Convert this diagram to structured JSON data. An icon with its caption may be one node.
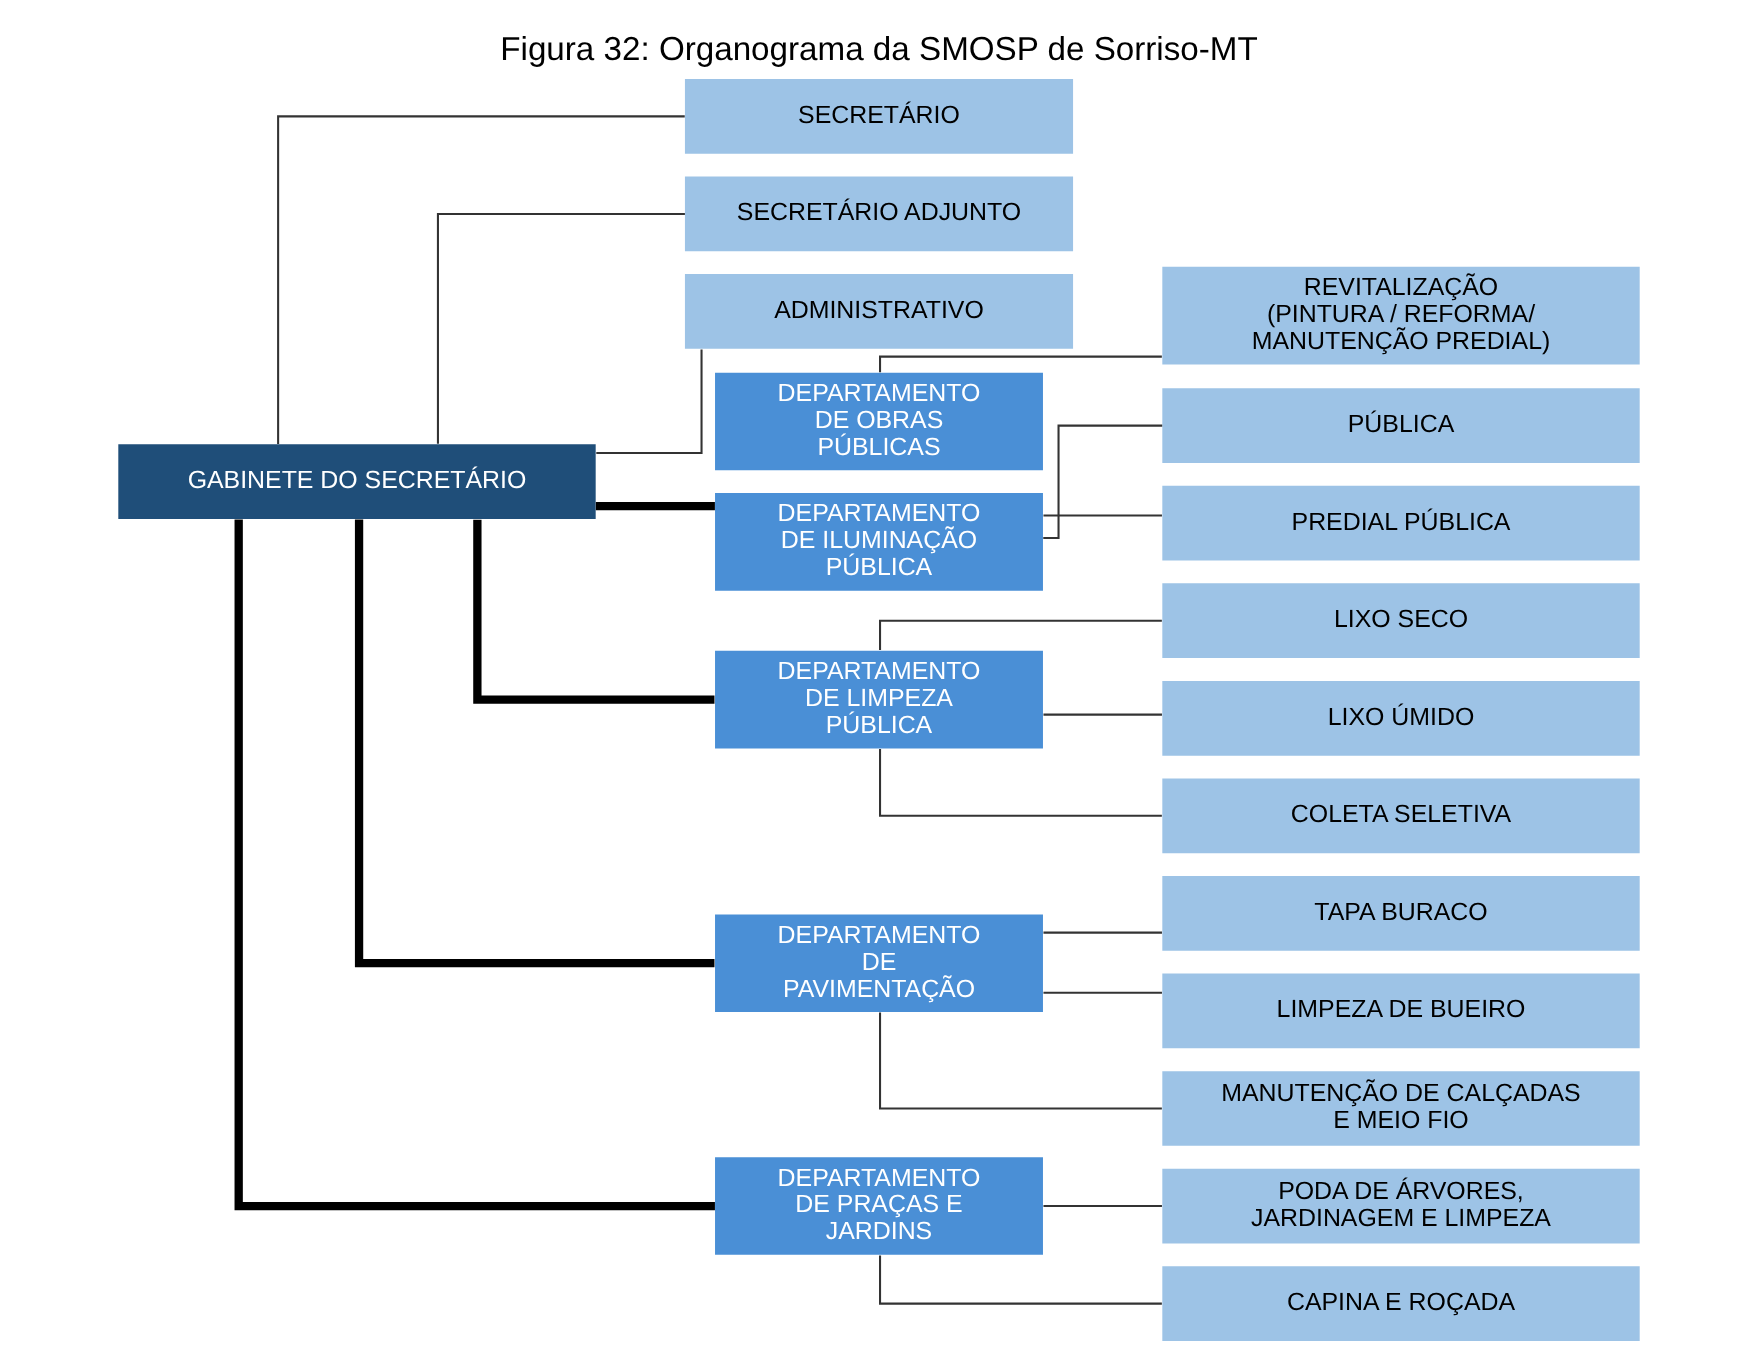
{
  "diagram": {
    "title": "Figura 32: Organograma da SMOSP de Sorriso-MT",
    "nodes": [
      {
        "text": [
          "GABINETE DO SECRETÁRIO"
        ]
      },
      {
        "text": [
          "SECRETÁRIO"
        ]
      },
      {
        "text": [
          "SECRETÁRIO ADJUNTO"
        ]
      },
      {
        "text": [
          "ADMINISTRATIVO"
        ]
      },
      {
        "text": [
          "DEPARTAMENTO DE OBRAS PÚBLICAS"
        ]
      },
      {
        "text": [
          "REVITALIZAÇÃO",
          "(PINTURA / REFORMA/ MANUTENÇÃO PREDIAL)"
        ]
      },
      {
        "text": [
          "DEPARTAMENTO DE ILUMINAÇÃO PÚBLICA"
        ]
      },
      {
        "text": [
          "PÚBLICA"
        ]
      },
      {
        "text": [
          "PREDIAL PÚBLICA"
        ]
      },
      {
        "text": [
          "DEPARTAMENTO DE LIMPEZA PÚBLICA"
        ]
      },
      {
        "text": [
          "LIXO SECO"
        ]
      },
      {
        "text": [
          "LIXO ÚMIDO"
        ]
      },
      {
        "text": [
          "COLETA SELETIVA"
        ]
      },
      {
        "text": [
          "DEPARTAMENTO DE PAVIMENTAÇÃO"
        ]
      },
      {
        "text": [
          "TAPA BURACO"
        ]
      },
      {
        "text": [
          "LIMPEZA DE BUEIRO"
        ]
      },
      {
        "text": [
          "MANUTENÇÃO DE CALÇADAS E MEIO FIO"
        ]
      },
      {
        "text": [
          "DEPARTAMENTO DE PRAÇAS E JARDINS"
        ]
      },
      {
        "text": [
          "PODA DE ÁRVORES, JARDINAGEM E LIMPEZA"
        ]
      },
      {
        "text": [
          "CAPINA E ROÇADA"
        ]
      }
    ],
    "edges": [
      {
        "from": 0,
        "to": 1,
        "arrow": "none"
      },
      {
        "from": 0,
        "to": 2,
        "arrow": "none"
      },
      {
        "from": 0,
        "to": 3,
        "arrow": "none"
      },
      {
        "from": 0,
        "to": 6,
        "arrow": "none",
        "style": "thick"
      },
      {
        "from": 0,
        "to": 9,
        "arrow": "none",
        "style": "thick"
      },
      {
        "from": 0,
        "to": 13,
        "arrow": "none",
        "style": "thick"
      },
      {
        "from": 0,
        "to": 17,
        "arrow": "none",
        "style": "thick"
      },
      {
        "from": 4,
        "to": 5,
        "arrow": "none"
      },
      {
        "from": 6,
        "to": 7,
        "arrow": "none"
      },
      {
        "from": 6,
        "to": 8,
        "arrow": "none"
      },
      {
        "from": 9,
        "to": 10,
        "arrow": "none"
      },
      {
        "from": 9,
        "to": 11,
        "arrow": "none"
      },
      {
        "from": 9,
        "to": 12,
        "arrow": "none"
      },
      {
        "from": 13,
        "to": 14,
        "arrow": "none"
      },
      {
        "from": 13,
        "to": 15,
        "arrow": "none"
      },
      {
        "from": 13,
        "to": 16,
        "arrow": "none"
      },
      {
        "from": 17,
        "to": 18,
        "arrow": "none"
      },
      {
        "from": 17,
        "to": 19,
        "arrow": "none"
      }
    ]
  }
}
